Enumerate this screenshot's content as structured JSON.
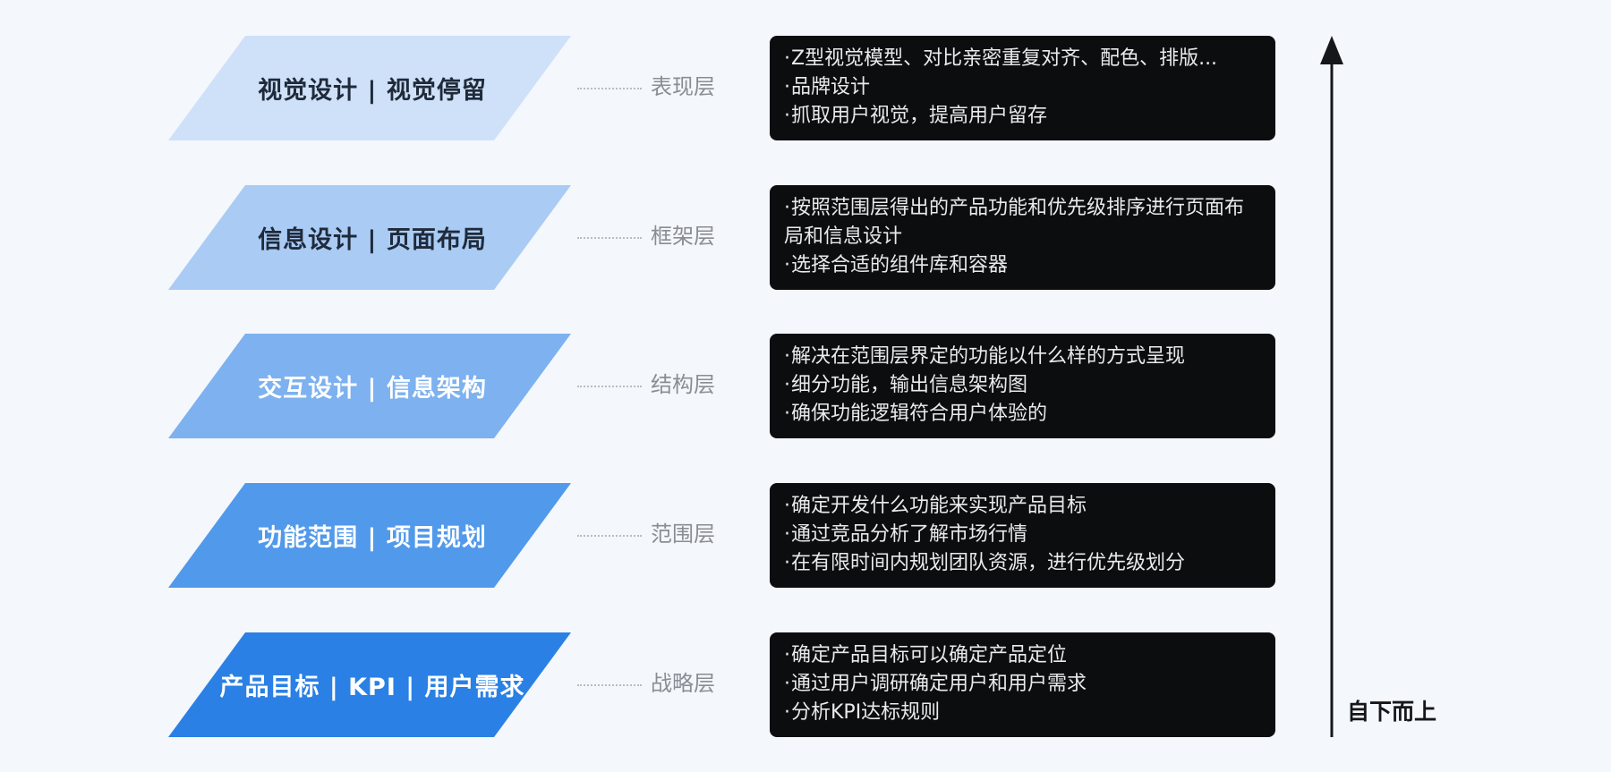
{
  "layers": [
    {
      "title": "视觉设计 | 视觉停留",
      "layer": "表现层",
      "fill": "#cfe1f9",
      "text_color": "#1f2a3a",
      "lines": [
        "Z型视觉模型、对比亲密重复对齐、配色、排版...",
        "品牌设计",
        "抓取用户视觉，提高用户留存"
      ]
    },
    {
      "title": "信息设计 | 页面布局",
      "layer": "框架层",
      "fill": "#a9cbf4",
      "text_color": "#1f2a3a",
      "lines": [
        "按照范围层得出的产品功能和优先级排序进行页面布局和信息设计",
        "选择合适的组件库和容器"
      ]
    },
    {
      "title": "交互设计 | 信息架构",
      "layer": "结构层",
      "fill": "#7db1ef",
      "text_color": "#ffffff",
      "lines": [
        "解决在范围层界定的功能以什么样的方式呈现",
        "细分功能，输出信息架构图",
        "确保功能逻辑符合用户体验的"
      ]
    },
    {
      "title": "功能范围 | 项目规划",
      "layer": "范围层",
      "fill": "#5199ea",
      "text_color": "#ffffff",
      "lines": [
        "确定开发什么功能来实现产品目标",
        "通过竞品分析了解市场行情",
        "在有限时间内规划团队资源，进行优先级划分"
      ]
    },
    {
      "title": "产品目标 | KPI | 用户需求",
      "layer": "战略层",
      "fill": "#2a80e4",
      "text_color": "#ffffff",
      "lines": [
        "确定产品目标可以确定产品定位",
        "通过用户调研确定用户和用户需求",
        "分析KPI达标规则"
      ]
    }
  ],
  "direction_label": "自下而上",
  "arrow_color": "#15171b"
}
